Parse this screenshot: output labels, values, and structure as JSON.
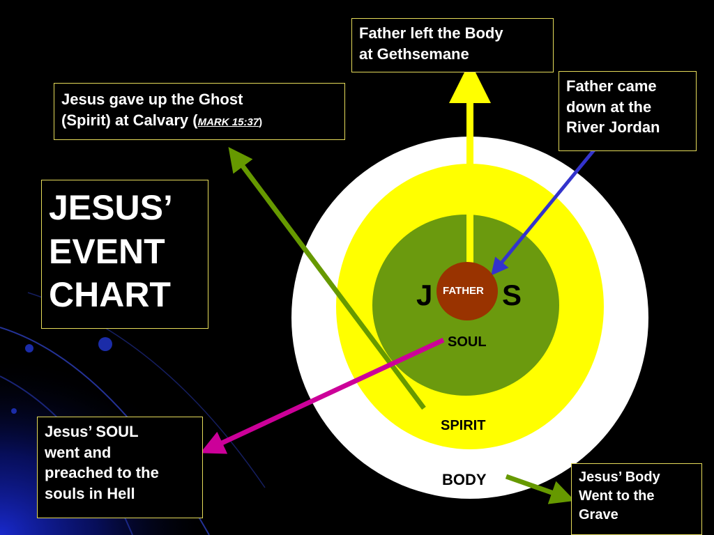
{
  "title": {
    "line1": "JESUS’",
    "line2": "EVENT",
    "line3": "CHART"
  },
  "boxes": {
    "gethsemane": {
      "line1": "Father left the Body",
      "line2": "at Gethsemane"
    },
    "calvary": {
      "line1": "Jesus gave up the Ghost",
      "line2_prefix": "(Spirit) at Calvary (",
      "reference": "MARK 15:37",
      "line2_suffix": ")"
    },
    "jordan": {
      "line1": "Father came",
      "line2": "down at the",
      "line3": "River Jordan"
    },
    "soul_hell": {
      "line1": "Jesus’ SOUL",
      "line2": "went and",
      "line3": "preached to the",
      "line4": "souls in Hell"
    },
    "grave": {
      "line1": "Jesus’ Body",
      "line2": "Went to the",
      "line3": "Grave"
    }
  },
  "rings": {
    "body": "BODY",
    "spirit": "SPIRIT",
    "soul": "SOUL",
    "center_left": "J",
    "center_right": "S",
    "father": "FATHER"
  },
  "colors": {
    "background": "#000000",
    "body_ring": "#ffffff",
    "spirit_ring": "#ffff00",
    "soul_ring": "#6b9a0e",
    "father_core": "#993300",
    "box_border": "#e6dc5a",
    "arrow_gethsemane": "#ffff00",
    "arrow_calvary": "#669900",
    "arrow_jordan": "#3333cc",
    "arrow_soul": "#cc0099",
    "arrow_grave": "#669900"
  }
}
